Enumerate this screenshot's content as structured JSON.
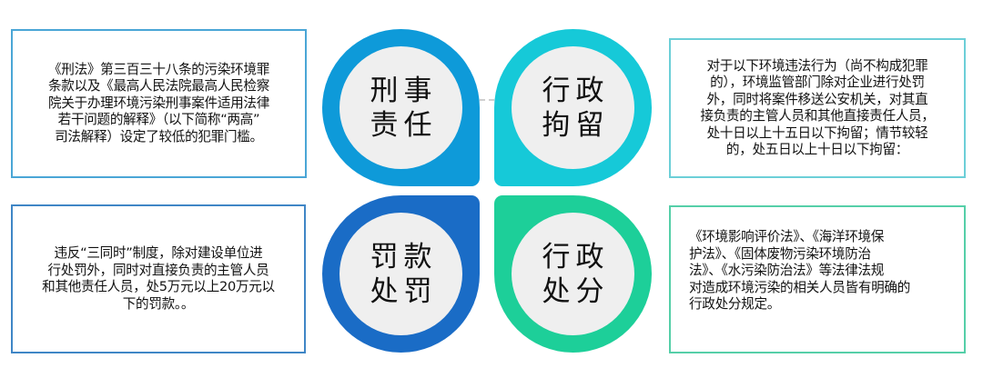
{
  "diagram": {
    "quadrants": [
      {
        "id": "criminal-liability",
        "label": "刑事\n责任",
        "color": "#0e9ad9",
        "description": "《刑法》第三百三十八条的污染环境罪\n条款以及《最高人民法院最高人民检察\n院关于办理环境污染刑事案件适用法律\n若干问题的解释》（以下简称“两高”\n司法解释）设定了较低的犯罪门槛。"
      },
      {
        "id": "administrative-detention",
        "label": "行政\n拘留",
        "color": "#16c9d8",
        "description": "对于以下环境违法行为（尚不构成犯罪\n的），环境监管部门除对企业进行处罚\n外，同时将案件移送公安机关，对其直\n接负责的主管人员和其他直接责任人员，\n处十日以上十五日以下拘留；情节较轻\n的，处五日以上十日以下拘留："
      },
      {
        "id": "fine-penalty",
        "label": "罚款\n处罚",
        "color": "#1a6cc6",
        "description": "违反“三同时”制度，除对建设单位进\n行处罚外，同时对直接负责的主管人员\n和其他责任人员，处5万元以上20万元以\n下的罚款。。"
      },
      {
        "id": "administrative-sanction",
        "label": "行政\n处分",
        "color": "#1dcf99",
        "description": "《环境影响评价法》、《海洋环境保\n护法》、《固体废物污染环境防治\n法》、《水污染防治法》等法律法规\n对造成环境污染的相关人员皆有明确的\n行政处分规定。"
      }
    ]
  }
}
